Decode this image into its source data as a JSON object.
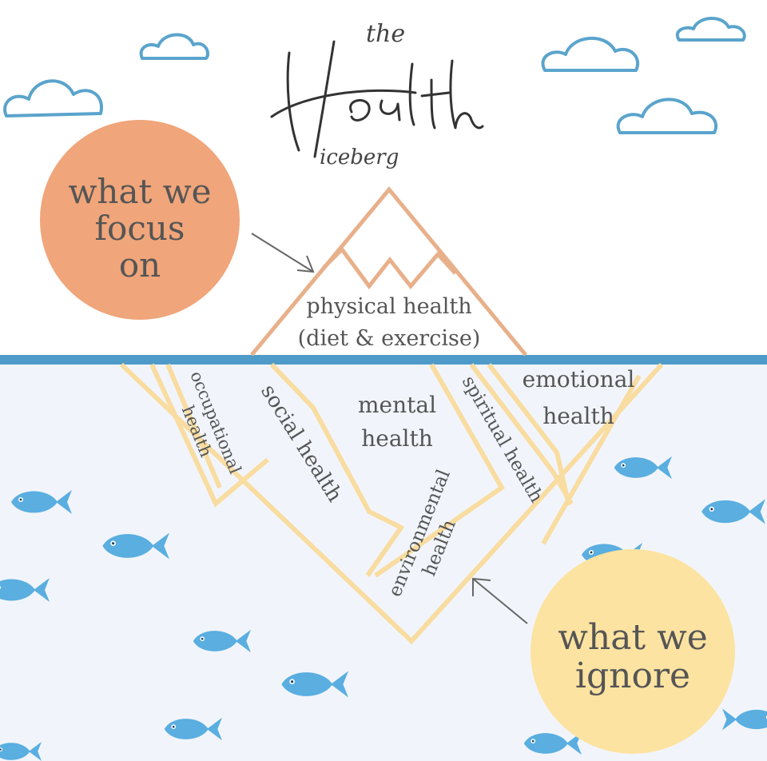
{
  "title": {
    "top": "the",
    "main": "Health",
    "bottom": "iceberg"
  },
  "circles": {
    "focus": {
      "lines": [
        "what we",
        "focus",
        "on"
      ],
      "color": "#f0a57a"
    },
    "ignore": {
      "lines": [
        "what we",
        "ignore"
      ],
      "color": "#fde3a1"
    }
  },
  "sections": {
    "physical": [
      "physical health",
      "(diet & exercise)"
    ],
    "occupational": [
      "occupational",
      "health"
    ],
    "social": [
      "social health"
    ],
    "mental": [
      "mental",
      "health"
    ],
    "environmental": [
      "environmental",
      "health"
    ],
    "spiritual": [
      "spiritual health"
    ],
    "emotional": [
      "emotional",
      "health"
    ]
  },
  "colors": {
    "water": "#f1f5fb",
    "waterline": "#4e9bc9",
    "cloud": "#5aa4cc",
    "tip_outline": "#e8b08a",
    "under_outline": "#f9dca0",
    "fish": "#5aaee0",
    "text": "#555555"
  }
}
